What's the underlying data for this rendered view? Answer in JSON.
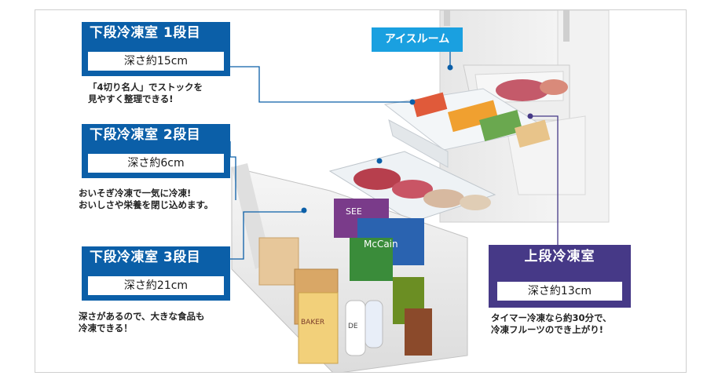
{
  "sections": [
    {
      "title": "下段冷凍室 1段目",
      "depth": "深さ約15cm",
      "desc_lines": [
        "「4切り名人」でストックを",
        "見やすく整理できる!"
      ]
    },
    {
      "title": "下段冷凍室 2段目",
      "depth": "深さ約6cm",
      "desc_lines": [
        "おいそぎ冷凍で一気に冷凍!",
        "おいしさや栄養を閉じ込めます。"
      ]
    },
    {
      "title": "下段冷凍室 3段目",
      "depth": "深さ約21cm",
      "desc_lines": [
        "深さがあるので、大きな食品も",
        "冷凍できる！"
      ]
    }
  ],
  "upper": {
    "title": "上段冷凍室",
    "depth": "深さ約13cm",
    "desc_lines": [
      "タイマー冷凍なら約30分で、",
      "冷凍フルーツのでき上がり!"
    ]
  },
  "ice_room": {
    "label": "アイスルーム"
  },
  "product_labels": {
    "pkg_top": "SEE",
    "pkg_mid": "McCain",
    "pkg_milk": "DE",
    "pkg_box": "BAKER"
  },
  "colors": {
    "blue": "#0b5fa8",
    "purple": "#463987",
    "sky": "#1aa0e0"
  }
}
